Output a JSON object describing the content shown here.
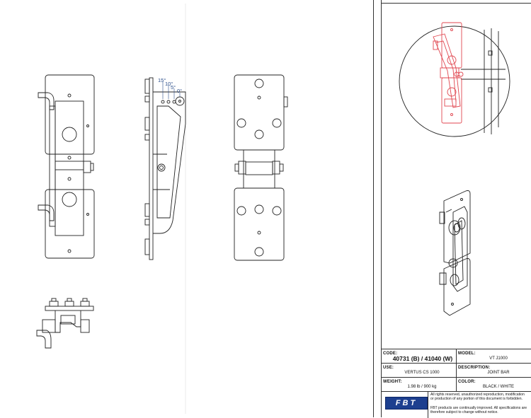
{
  "angles": [
    "15°",
    "10°",
    "5°",
    "0°"
  ],
  "title_block": {
    "code_label": "CODE:",
    "code_value": "40731 (B) / 41040 (W)",
    "model_label": "MODEL:",
    "model_value": "VT J1000",
    "use_label": "USE:",
    "use_value": "VERTUS CS 1000",
    "description_label": "DESCRIPTION:",
    "description_value": "JOINT BAR",
    "weight_label": "WEIGHT:",
    "weight_value": "1.98 lb / 900 kg",
    "color_label": "COLOR:",
    "color_value": "BLACK / WHITE",
    "logo_text": "FBT",
    "rights_notice": "All rights reserved, unauthorized reproduction, modification or production of any portion of this document is forbidden.",
    "improvement_notice": "FBT products are continually improved. All specifications are therefore subject to change without notice."
  },
  "colors": {
    "line": "#222222",
    "highlight": "#e0464f",
    "angle_text": "#2a4d8a",
    "logo_bg": "#1d3f8f"
  }
}
